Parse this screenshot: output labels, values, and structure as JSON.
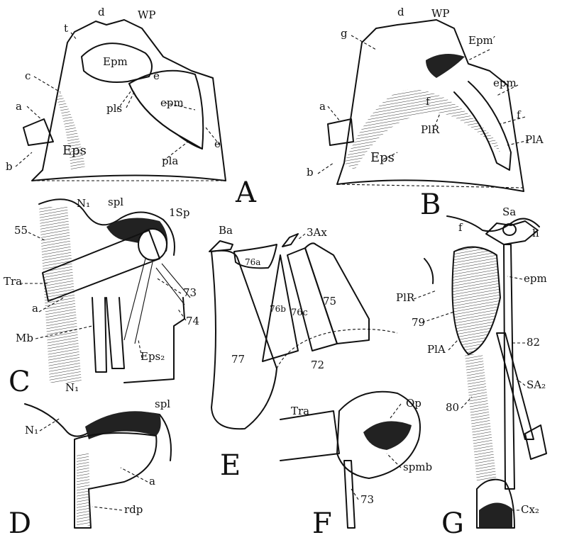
{
  "panels": {
    "A": {
      "letter": "A",
      "labels": {
        "t": "t",
        "d": "d",
        "wp": "WP",
        "c": "c",
        "a": "a",
        "b": "b",
        "Epm": "Epm",
        "e1": "e",
        "epm": "epm",
        "pls": "pls",
        "e2": "e",
        "Eps": "Eps",
        "pla": "pla"
      }
    },
    "B": {
      "letter": "B",
      "labels": {
        "d": "d",
        "wp": "WP",
        "g": "g",
        "Epm_p": "Epm′",
        "epm": "epm",
        "f1": "f",
        "f2": "f",
        "a": "a",
        "PlR": "PlR",
        "PlA": "PlA",
        "b": "b",
        "Eps": "Eps"
      }
    },
    "C": {
      "letter": "C",
      "labels": {
        "N1a": "N₁",
        "spl": "spl",
        "sp1": "1Sp",
        "m55": "55",
        "Tra": "Tra",
        "a": "a",
        "m73": "73",
        "m74": "74",
        "Mb": "Mb",
        "Eps2": "Eps₂",
        "N1b": "N₁"
      }
    },
    "D": {
      "letter": "D",
      "labels": {
        "N1": "N₁",
        "spl": "spl",
        "a": "a",
        "rdp": "rdp"
      }
    },
    "E": {
      "letter": "E",
      "labels": {
        "Ba": "Ba",
        "Ax3": "3Ax",
        "m76a": "76a",
        "m76b": "76b",
        "m76c": "76c",
        "m75": "75",
        "m77": "77",
        "m72": "72"
      }
    },
    "F": {
      "letter": "F",
      "labels": {
        "Tra": "Tra",
        "Op": "Op",
        "spmb": "spmb",
        "m73": "73"
      }
    },
    "G": {
      "letter": "G",
      "labels": {
        "f": "f",
        "Sa": "Sa",
        "h": "h",
        "epm": "epm",
        "PlR": "PlR",
        "m79": "79",
        "m82": "82",
        "PlA": "PlA",
        "SA2": "SA₂",
        "m80": "80",
        "Cx2": "Cx₂"
      }
    }
  }
}
